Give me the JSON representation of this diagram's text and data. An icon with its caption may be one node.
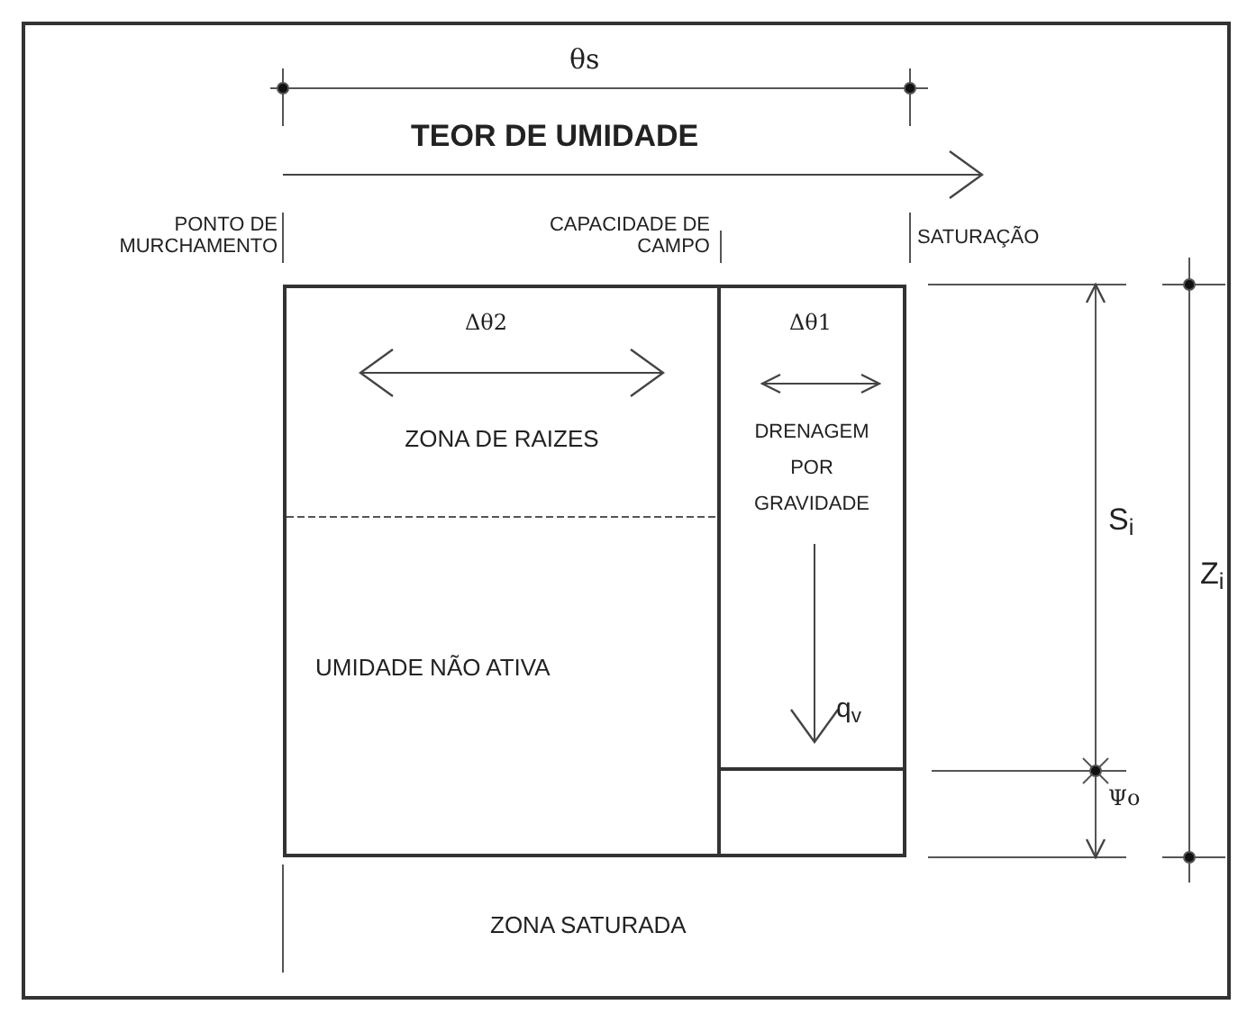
{
  "diagram": {
    "nodes": [
      {
        "text": [
          "ZONA DE RAIZES"
        ]
      },
      {
        "text": [
          "UMIDADE NÃO ATIVA"
        ]
      },
      {
        "text": [
          "DRENAGEM POR GRAVIDADE"
        ]
      },
      {
        "text": [],
        "shape": "box"
      }
    ],
    "labels": [
      "θs",
      "TEOR DE UMIDADE",
      "PONTO DE MURCHAMENTO",
      "CAPACIDADE DE CAMPO",
      "SATURAÇÃO",
      "Δθ2",
      "Δθ1",
      "q$_{v}$",
      "S$_{i}$",
      "Z$_{i}$",
      "Ψo",
      "ZONA SATURADA"
    ]
  }
}
